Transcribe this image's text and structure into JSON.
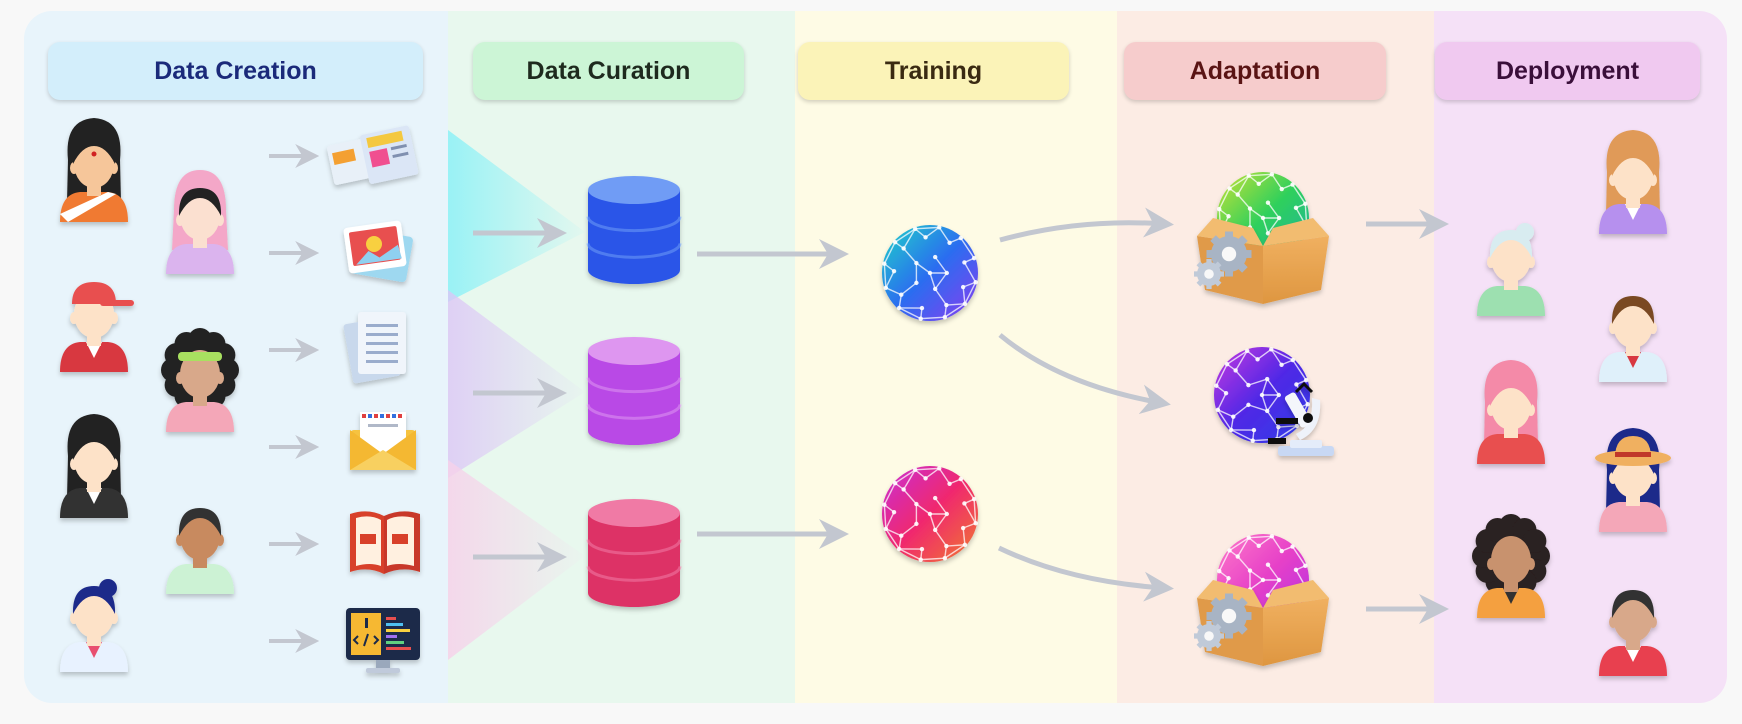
{
  "stages": [
    {
      "id": "creation",
      "label": "Data Creation",
      "bg": "#e8f4fb",
      "header_bg": "#d3eefb",
      "header_text": "#1b2a7a"
    },
    {
      "id": "curation",
      "label": "Data Curation",
      "bg": "#e8f8ee",
      "header_bg": "#ccf5d6",
      "header_text": "#1e2a1e"
    },
    {
      "id": "training",
      "label": "Training",
      "bg": "#fefbe5",
      "header_bg": "#fbf3b8",
      "header_text": "#3a2a12"
    },
    {
      "id": "adaptation",
      "label": "Adaptation",
      "bg": "#fcece4",
      "header_bg": "#f6cccc",
      "header_text": "#5a1414"
    },
    {
      "id": "deployment",
      "label": "Deployment",
      "bg": "#f5e1f7",
      "header_bg": "#f0c9f0",
      "header_text": "#3a0f3a"
    }
  ],
  "data_sources": [
    "news-icon",
    "image-icon",
    "document-icon",
    "email-icon",
    "book-icon",
    "code-icon"
  ],
  "datasets": [
    {
      "name": "dataset-blue",
      "color": "#2a55e8",
      "top_color": "#6f9cf5"
    },
    {
      "name": "dataset-purple",
      "color": "#b94ae6",
      "top_color": "#de96f0"
    },
    {
      "name": "dataset-red",
      "color": "#dd3366",
      "top_color": "#f07aa5"
    }
  ],
  "models": [
    {
      "name": "model-blue-sphere",
      "colors": [
        "#2b6df0",
        "#1fd4c8",
        "#8a3cf0"
      ]
    },
    {
      "name": "model-red-sphere",
      "colors": [
        "#f0286e",
        "#c830d8",
        "#f07a30"
      ]
    }
  ],
  "adapted": [
    {
      "name": "adapted-box-green",
      "colors": [
        "#2fd05c",
        "#cde234",
        "#1eb0a4"
      ],
      "badge": "gears-icon"
    },
    {
      "name": "adapted-microscope-purple",
      "colors": [
        "#5028e6",
        "#c838e0",
        "#2e3ee8"
      ],
      "badge": "microscope-icon"
    },
    {
      "name": "adapted-box-pink",
      "colors": [
        "#e640c8",
        "#ff7ac8",
        "#b030e6"
      ],
      "badge": "gears-icon"
    }
  ],
  "arrow_color": "#c3c7d0"
}
